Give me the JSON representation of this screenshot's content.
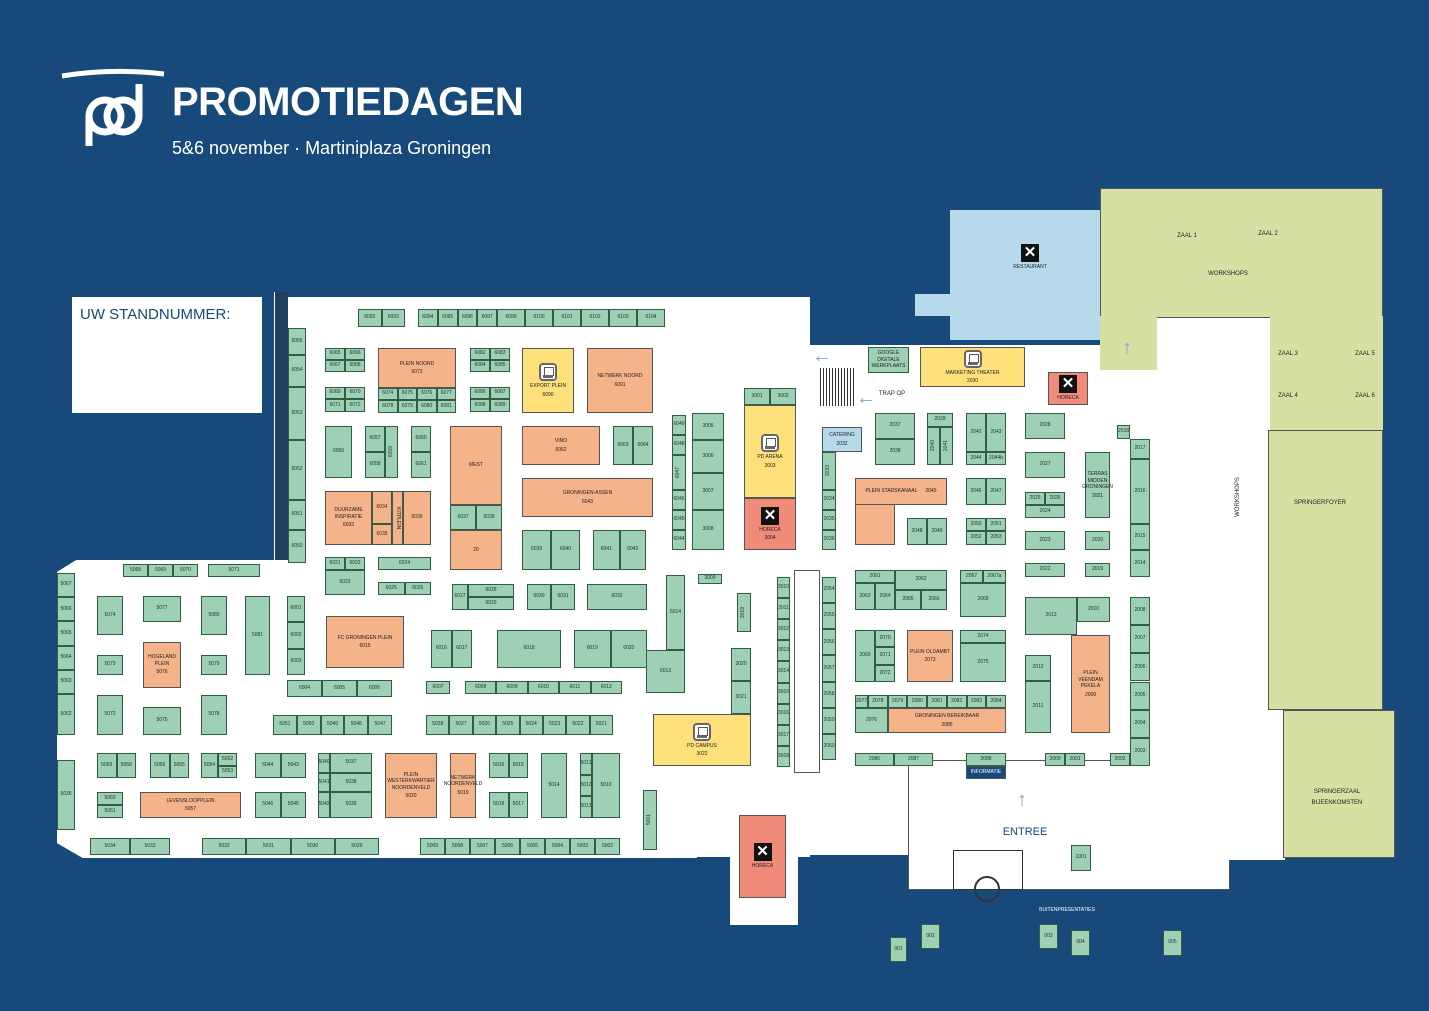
{
  "header": {
    "logo_text": "pd",
    "title": "PROMOTIEDAGEN",
    "subtitle": "5&6 november · Martiniplaza Groningen"
  },
  "stand_box": {
    "label": "UW STANDNUMMER:"
  },
  "colors": {
    "background": "#17497a",
    "stand": "#9dd0b5",
    "plein": "#f5b38a",
    "theater": "#fde07a",
    "horeca": "#ef8b78",
    "restaurant": "#b7d9ec",
    "workshops": "#d6e0a3"
  },
  "stands": [
    "6092",
    "6093",
    "6094",
    "6095",
    "6096",
    "6097",
    "6099",
    "6100",
    "6101",
    "6102",
    "6103",
    "6104",
    "6055",
    "6054",
    "6053",
    "6052",
    "6051",
    "6050",
    "6065",
    "6066",
    "6067",
    "6068",
    "6069",
    "6070",
    "6071",
    "6072",
    "6074",
    "6075",
    "6076",
    "6077",
    "6078",
    "6079",
    "6080",
    "6081",
    "6082",
    "6083",
    "6084",
    "6085",
    "6086",
    "6087",
    "6088",
    "6089",
    "6056",
    "6057",
    "6058",
    "6059",
    "6060",
    "6061",
    "6037",
    "6038",
    "6063",
    "6064",
    "6039",
    "6040",
    "6041",
    "6042",
    "6034",
    "6035",
    "6036",
    "6021",
    "6022",
    "6023",
    "6024",
    "6025",
    "6026",
    "5068",
    "5069",
    "5070",
    "5071",
    "5067",
    "5066",
    "5065",
    "5064",
    "5063",
    "5062",
    "5036",
    "5074",
    "5077",
    "5080",
    "5073",
    "5079",
    "5072",
    "5075",
    "5078",
    "5081",
    "6001",
    "6002",
    "6003",
    "6004",
    "6005",
    "6006",
    "6027",
    "6028",
    "6029",
    "6030",
    "6031",
    "6032",
    "6016",
    "6017",
    "6018",
    "6019",
    "6020",
    "6007",
    "6008",
    "6009",
    "6010",
    "6011",
    "6012",
    "5051",
    "5050",
    "5049",
    "5048",
    "5047",
    "5028",
    "5027",
    "5026",
    "5025",
    "5024",
    "5023",
    "5022",
    "5021",
    "5059",
    "5058",
    "5056",
    "5055",
    "5054",
    "5052",
    "5053",
    "5044",
    "5043",
    "5040",
    "5037",
    "5041",
    "5038",
    "5042",
    "5039",
    "5016",
    "5015",
    "5018",
    "5017",
    "5014",
    "5011",
    "5012",
    "5013",
    "5010",
    "5060",
    "5061",
    "5046",
    "5045",
    "5034",
    "5033",
    "5032",
    "5031",
    "5030",
    "5029",
    "5009",
    "5008",
    "5007",
    "5006",
    "5005",
    "5004",
    "5003",
    "5002",
    "5001",
    "6049",
    "6048",
    "6047",
    "6046",
    "6045",
    "6044",
    "3005",
    "3006",
    "3007",
    "3008",
    "3001",
    "3002",
    "6014",
    "6013",
    "3009",
    "3019",
    "3020",
    "3021",
    "3010",
    "3011",
    "3012",
    "3013",
    "3014",
    "3015",
    "3016",
    "3017",
    "3018",
    "2054",
    "2055",
    "2056",
    "2057",
    "2058",
    "2059",
    "2060",
    "2033",
    "2034",
    "2035",
    "2036",
    "2037",
    "2038",
    "2039",
    "2040",
    "2041",
    "2042",
    "2043",
    "2044",
    "2044b",
    "2048",
    "2049",
    "2046",
    "2047",
    "2050",
    "2051",
    "2052",
    "2053",
    "2028",
    "2027",
    "2025",
    "2026",
    "2024",
    "2023",
    "2022",
    "2020",
    "2019",
    "2018",
    "2017",
    "2016",
    "2015",
    "2014",
    "2061",
    "2062",
    "2063",
    "2064",
    "2065",
    "2066",
    "2067",
    "2067a",
    "2068",
    "2013",
    "2010",
    "2012",
    "2011",
    "2008",
    "2007",
    "2006",
    "2005",
    "2004",
    "2003",
    "2069",
    "2070",
    "2071",
    "2072",
    "2074",
    "2075",
    "2077",
    "2078",
    "2079",
    "2080",
    "2081",
    "2082",
    "2083",
    "2084",
    "2076",
    "2086",
    "2087",
    "2088",
    "2000",
    "2001",
    "2002",
    "1001",
    "001",
    "002",
    "003",
    "004",
    "005"
  ],
  "zones": {
    "plein_noord": {
      "name": "PLEIN NOORD",
      "number": "6073"
    },
    "export_plein": {
      "name": "EXPORT PLEIN",
      "number": "6090"
    },
    "netwerk_noord": {
      "name": "NETWERK NOORD",
      "number": "6091"
    },
    "mest": {
      "name": "MEST",
      "number": ""
    },
    "zone20": {
      "name": "",
      "number": "20"
    },
    "vino": {
      "name": "VINO",
      "number": "6062"
    },
    "groningen_assen": {
      "name": "GRONINGEN-ASSEN",
      "number": "6043"
    },
    "duurzame": {
      "name": "DUURZAME INSPIRATIE",
      "number": "6033"
    },
    "kitplein": {
      "name": "KITPLEIN",
      "number": ""
    },
    "fc_groningen": {
      "name": "FC GRONINGEN PLEIN",
      "number": "6015"
    },
    "hogeland": {
      "name": "HOGELAND PLEIN",
      "number": "5076"
    },
    "levensloop": {
      "name": "LEVENSLOOPPLEIN",
      "number": "5057"
    },
    "westerkwartier": {
      "name": "PLEIN WESTERKWARTIER NOORDENVELD",
      "number": "5020"
    },
    "netwerk_noordenveld": {
      "name": "NETWERK NOORDENVELD",
      "number": "5019"
    },
    "pd_arena": {
      "name": "PD ARENA",
      "number": "3003"
    },
    "horeca_3004": {
      "name": "HORECA",
      "number": "3004"
    },
    "pd_campus": {
      "name": "PD CAMPUS",
      "number": "3022"
    },
    "catering": {
      "name": "CATERING",
      "number": "2032"
    },
    "google": {
      "name": "GOOGLE DIGITALE WERKPLAATS",
      "number": ""
    },
    "marketing_theater": {
      "name": "MARKETING THEATER",
      "number": "2030"
    },
    "horeca_top": {
      "name": "HORECA",
      "number": ""
    },
    "stadskanaal": {
      "name": "PLEIN STADSKANAAL",
      "number": "2045"
    },
    "oldambt": {
      "name": "PLEIN OLDAMBT",
      "number": "2073"
    },
    "bereikbaar": {
      "name": "GRONINGEN BEREIKBAAR",
      "number": "2085"
    },
    "veendam": {
      "name": "PLEIN VEENDAM PEKELA",
      "number": "2009"
    },
    "terras": {
      "name": "TERRAS MIDDEN GRONINGEN",
      "number": "2021"
    },
    "informatie": {
      "name": "INFORMATIE",
      "number": ""
    },
    "horeca_bottom": {
      "name": "HORECA",
      "number": ""
    },
    "restaurant": {
      "name": "RESTAURANT",
      "number": ""
    }
  },
  "labels": {
    "workshops": "WORKSHOPS",
    "zaal1": "ZAAL 1",
    "zaal2": "ZAAL 2",
    "zaal3": "ZAAL 3",
    "zaal4": "ZAAL 4",
    "zaal5": "ZAAL 5",
    "zaal6": "ZAAL 6",
    "workshops_side": "WORKSHOPS",
    "springerfoyer": "SPRINGERFOYER",
    "springerzaal": "SPRINGERZAAL BIJEENKOMSTEN",
    "entree": "ENTREE",
    "trap_op": "TRAP OP",
    "buitenpresentaties": "BUITENPRESENTATIES"
  }
}
